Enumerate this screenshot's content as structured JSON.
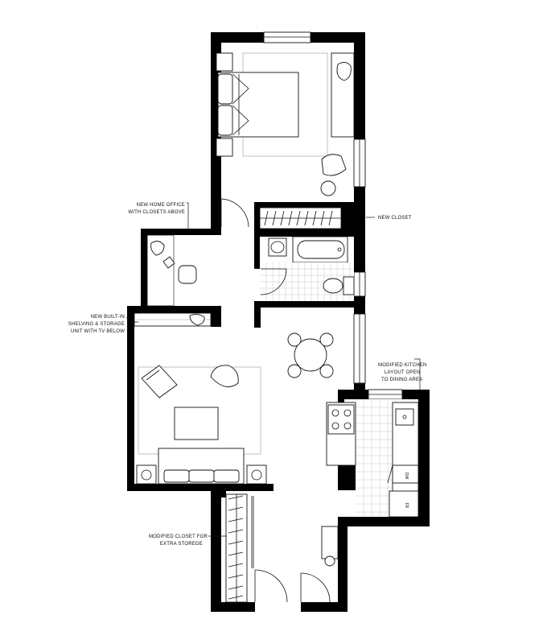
{
  "annotations": {
    "home_office": [
      "NEW HOME OFFICE",
      "WITH CLOSETS ABOVE"
    ],
    "new_closet": [
      "NEW CLOSET"
    ],
    "built_in": [
      "NEW BUILT-IN",
      "SHELVING & STORAGE",
      "UNIT WITH TV BELOW"
    ],
    "kitchen": [
      "MODIFIED KITCHEN",
      "LAYOUT OPEN",
      "TO DINING AREA"
    ],
    "closet_storage": [
      "MODIFIED CLOSET FOR",
      "EXTRA STOREGE"
    ]
  },
  "appliance_labels": {
    "dishwasher": "DW",
    "fridge": "FR"
  },
  "colors": {
    "wall": "#000000",
    "line": "#111111",
    "faint_line": "#999999",
    "tile": "#c8c8c8",
    "background": "#ffffff"
  }
}
